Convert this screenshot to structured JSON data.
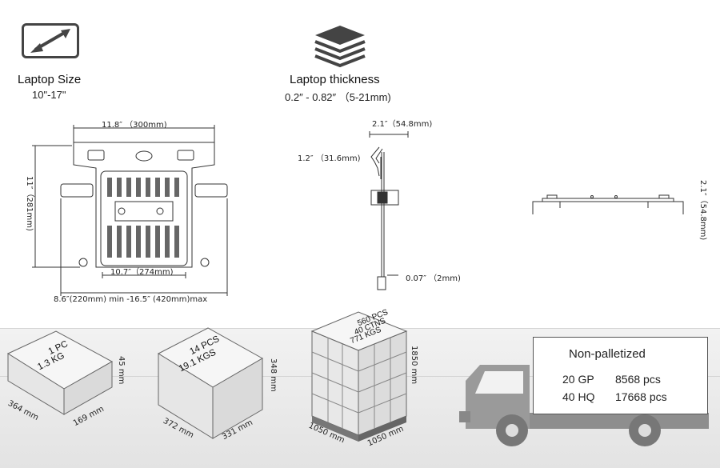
{
  "laptop_size": {
    "icon": "diagonal-arrow-icon",
    "title": "Laptop Size",
    "range": "10\"-17\""
  },
  "laptop_thickness": {
    "icon": "stack-layers-icon",
    "title": "Laptop thickness",
    "range": "0.2″ - 0.82″ （5-21mm)"
  },
  "front_view": {
    "top_width": "11.8″ （300mm)",
    "height": "11″（281mm)",
    "bottom_width": "10.7″（274mm)",
    "adjust_range": "8.6″(220mm) min -16.5″ (420mm)max"
  },
  "side_view": {
    "depth": "2.1″（54.8mm)",
    "hook_height": "1.2″ （31.6mm)",
    "thickness": "0.07″ （2mm)"
  },
  "edge_view": {
    "height": "2.1″（54.8mm)"
  },
  "packages": {
    "single": {
      "line1": "1 PC",
      "line2": "1.3 KG",
      "length": "364 mm",
      "width": "169 mm",
      "height": "45 mm"
    },
    "carton": {
      "line1": "14 PCS",
      "line2": "19.1 KGS",
      "length": "372 mm",
      "width": "331 mm",
      "height": "348 mm"
    },
    "pallet": {
      "line1": "560 PCS",
      "line2": "40 CTNS",
      "line3": "771 KGS",
      "length": "1050 mm",
      "width": "1050 mm",
      "height": "1850 mm"
    }
  },
  "shipping": {
    "title": "Non-palletized",
    "rows": [
      {
        "container": "20 GP",
        "quantity": "8568 pcs"
      },
      {
        "container": "40 HQ",
        "quantity": "17668 pcs"
      }
    ]
  },
  "colors": {
    "line": "#333333",
    "truck": "#8e8e8e",
    "box_face": "#f4f4f4"
  }
}
